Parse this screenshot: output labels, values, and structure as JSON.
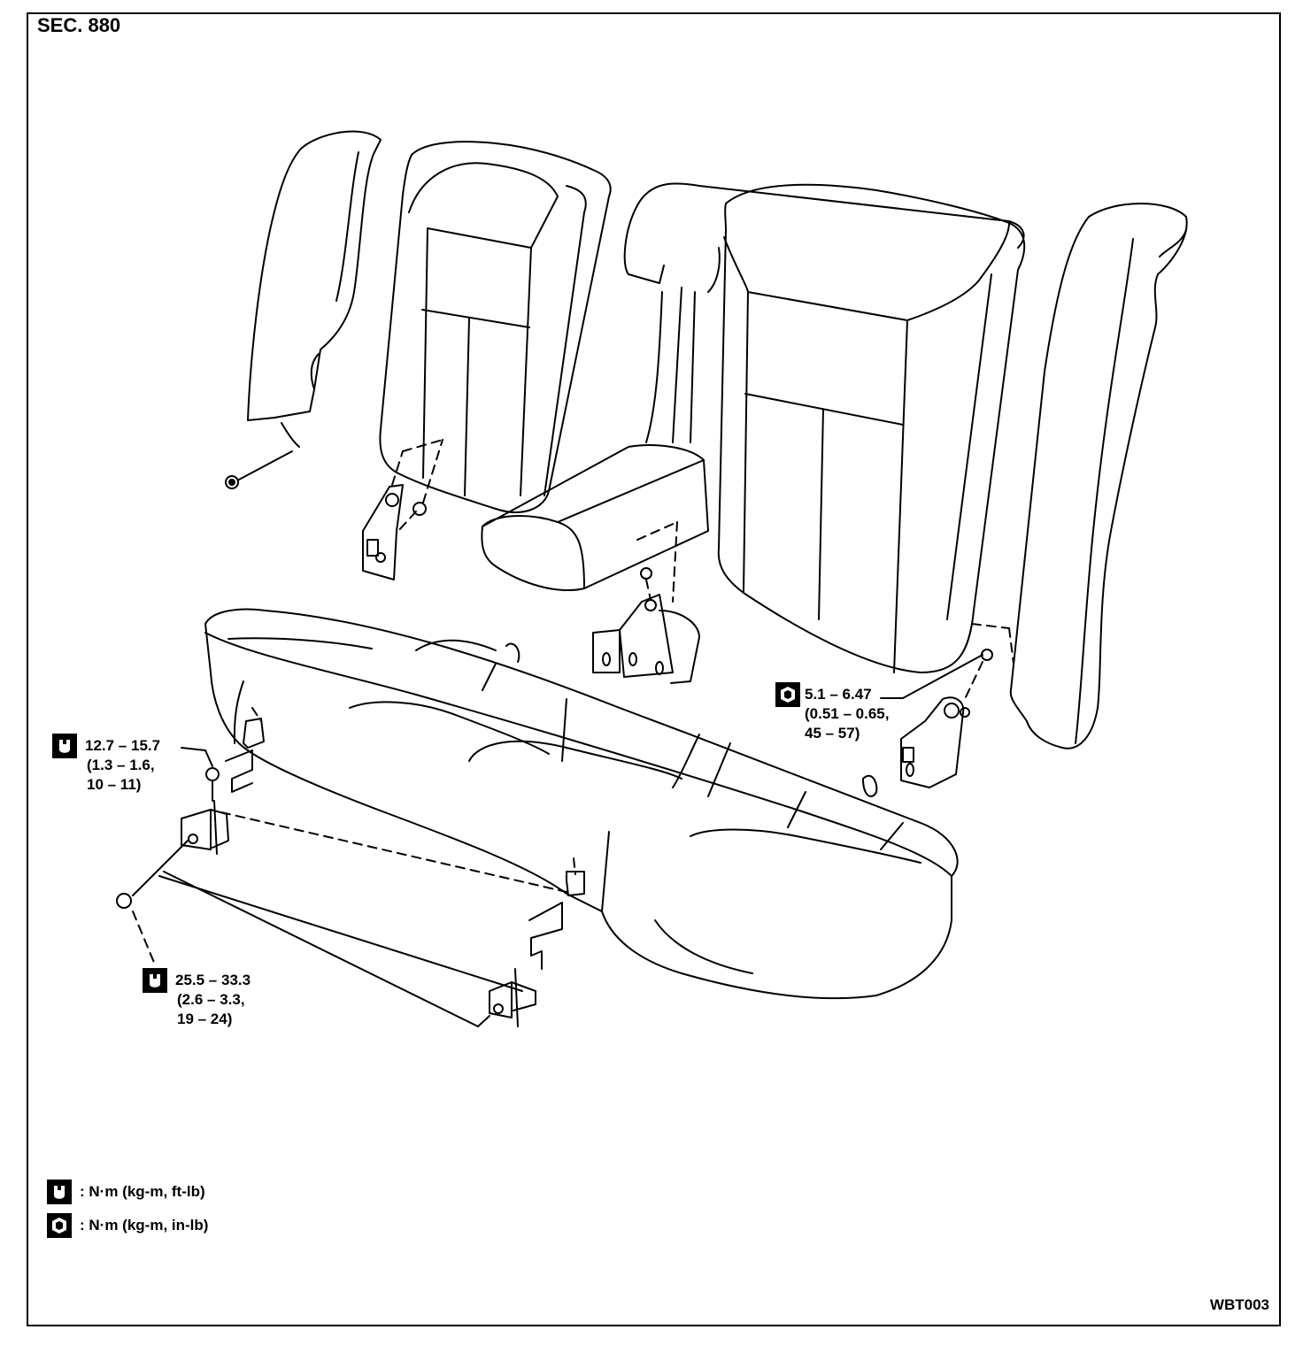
{
  "section_label": "SEC. 880",
  "figure_code": "WBT003",
  "torque_specs": {
    "seat_cushion_upper_bolt": {
      "icon": "wrench-icon",
      "line1": "12.7 – 15.7",
      "line2": "(1.3 – 1.6,",
      "line3": "10 – 11)"
    },
    "seat_cushion_lower_bolt": {
      "icon": "wrench-icon",
      "line1": "25.5 – 33.3",
      "line2": "(2.6 – 3.3,",
      "line3": "19 – 24)"
    },
    "seatback_bracket_nut": {
      "icon": "nut-wrench-icon",
      "line1": "5.1 – 6.47",
      "line2": "(0.51 – 0.65,",
      "line3": "45 – 57)"
    }
  },
  "legend": [
    {
      "icon": "wrench-icon",
      "text": ": N·m (kg-m, ft-lb)"
    },
    {
      "icon": "nut-wrench-icon",
      "text": ": N·m (kg-m, in-lb)"
    }
  ]
}
